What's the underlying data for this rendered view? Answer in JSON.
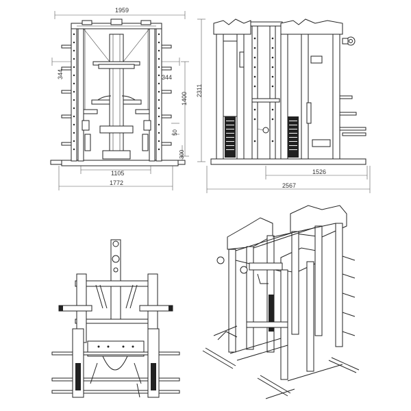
{
  "drawing": {
    "front_view": {
      "dim_overall_width": "1959",
      "dim_upper_left_offset": "344",
      "dim_upper_right_offset": "344",
      "dim_uprights_height": "1400",
      "dim_small": "50",
      "dim_bottom_height": "300",
      "dim_inner_base_width": "1105",
      "dim_base_width": "1772"
    },
    "side_view": {
      "dim_total_height": "2311",
      "dim_mid_width": "1526",
      "dim_total_length": "2567"
    },
    "top_view": {},
    "iso_view": {}
  },
  "colors": {
    "line": "#222222",
    "dimension": "#555555",
    "background": "#ffffff"
  }
}
